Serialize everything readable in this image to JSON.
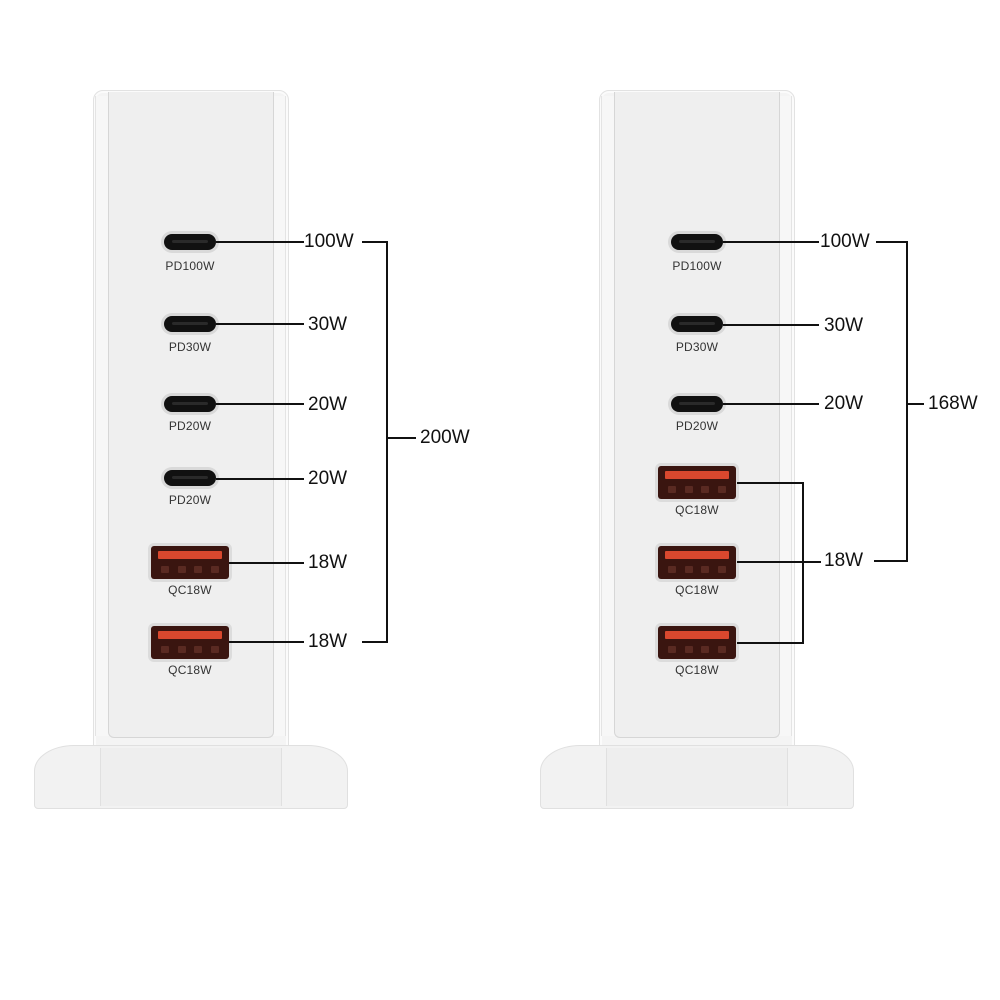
{
  "diagram": {
    "type": "charger port power distribution",
    "left_charger": {
      "ports": [
        {
          "type": "USB-C",
          "label": "PD100W",
          "power": "100W"
        },
        {
          "type": "USB-C",
          "label": "PD30W",
          "power": "30W"
        },
        {
          "type": "USB-C",
          "label": "PD20W",
          "power": "20W"
        },
        {
          "type": "USB-C",
          "label": "PD20W",
          "power": "20W"
        },
        {
          "type": "USB-A",
          "label": "QC18W",
          "power": "18W"
        },
        {
          "type": "USB-A",
          "label": "QC18W",
          "power": "18W"
        }
      ],
      "total": "200W"
    },
    "right_charger": {
      "ports": [
        {
          "type": "USB-C",
          "label": "PD100W",
          "power": "100W"
        },
        {
          "type": "USB-C",
          "label": "PD30W",
          "power": "30W"
        },
        {
          "type": "USB-C",
          "label": "PD20W",
          "power": "20W"
        },
        {
          "type": "USB-A",
          "label": "QC18W"
        },
        {
          "type": "USB-A",
          "label": "QC18W"
        },
        {
          "type": "USB-A",
          "label": "QC18W"
        }
      ],
      "shared_usba_power": "18W",
      "total": "168W"
    }
  },
  "colors": {
    "usb_a_accent": "#d9482e",
    "line": "#111111",
    "body": "#f2f2f2"
  }
}
